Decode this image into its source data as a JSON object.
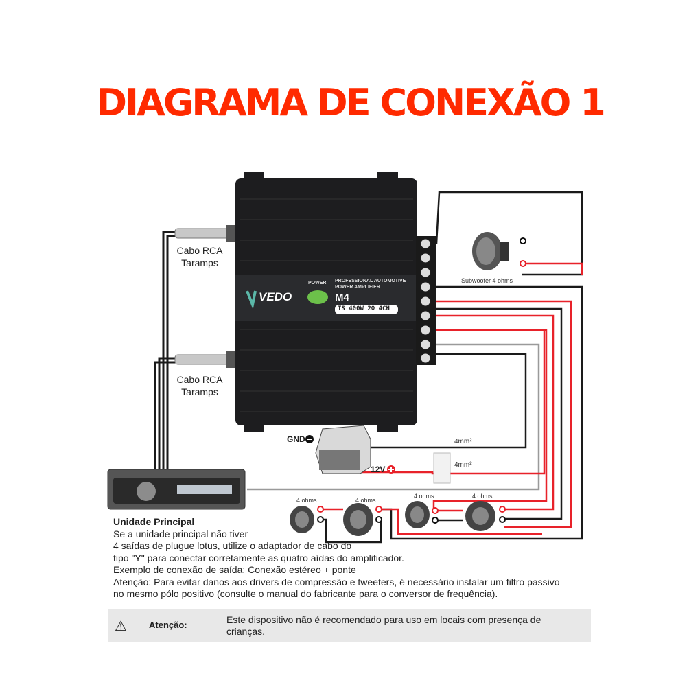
{
  "title": "DIAGRAMA DE CONEXÃO 1",
  "amplifier": {
    "brand": "VEDO",
    "power_label": "POWER",
    "subtitle_line1": "PROFESSIONAL AUTOMOTIVE",
    "subtitle_line2": "POWER AMPLIFIER",
    "model": "M4",
    "spec": "TS 400W 2Ω 4CH",
    "power_led_color": "#6cc04a"
  },
  "rca_cables": [
    {
      "line1": "Cabo RCA",
      "line2": "Taramps"
    },
    {
      "line1": "Cabo RCA",
      "line2": "Taramps"
    }
  ],
  "subwoofer_label": "Subwoofer 4 ohms",
  "battery": {
    "gnd_label": "GND",
    "v12_label": "12V"
  },
  "wire_gauges": [
    "4mm²",
    "4mm²"
  ],
  "speakers": [
    "4 ohms",
    "4 ohms",
    "4 ohms",
    "4 ohms"
  ],
  "head_unit": {
    "heading": "Unidade Principal",
    "lines": [
      "Se a unidade principal não tiver",
      "4 saídas de plugue lotus, utilize o adaptador de cabo do",
      "tipo \"Y\" para conectar corretamente as quatro aídas do amplificador.",
      "Exemplo de conexão de saída: Conexão estéreo + ponte",
      "Atenção: Para evitar danos aos drivers de compressão e tweeters, é necessário instalar um filtro passivo",
      "no mesmo pólo positivo (consulte o manual do fabricante para o conversor de frequência)."
    ]
  },
  "warning": {
    "label": "Atenção:",
    "text": "Este dispositivo não é recomendado para uso em locais com presença de crianças."
  },
  "colors": {
    "title": "#ff2a00",
    "positive_wire": "#e8222a",
    "negative_wire": "#1a1a1a",
    "remote_wire": "#9a9a9a"
  }
}
